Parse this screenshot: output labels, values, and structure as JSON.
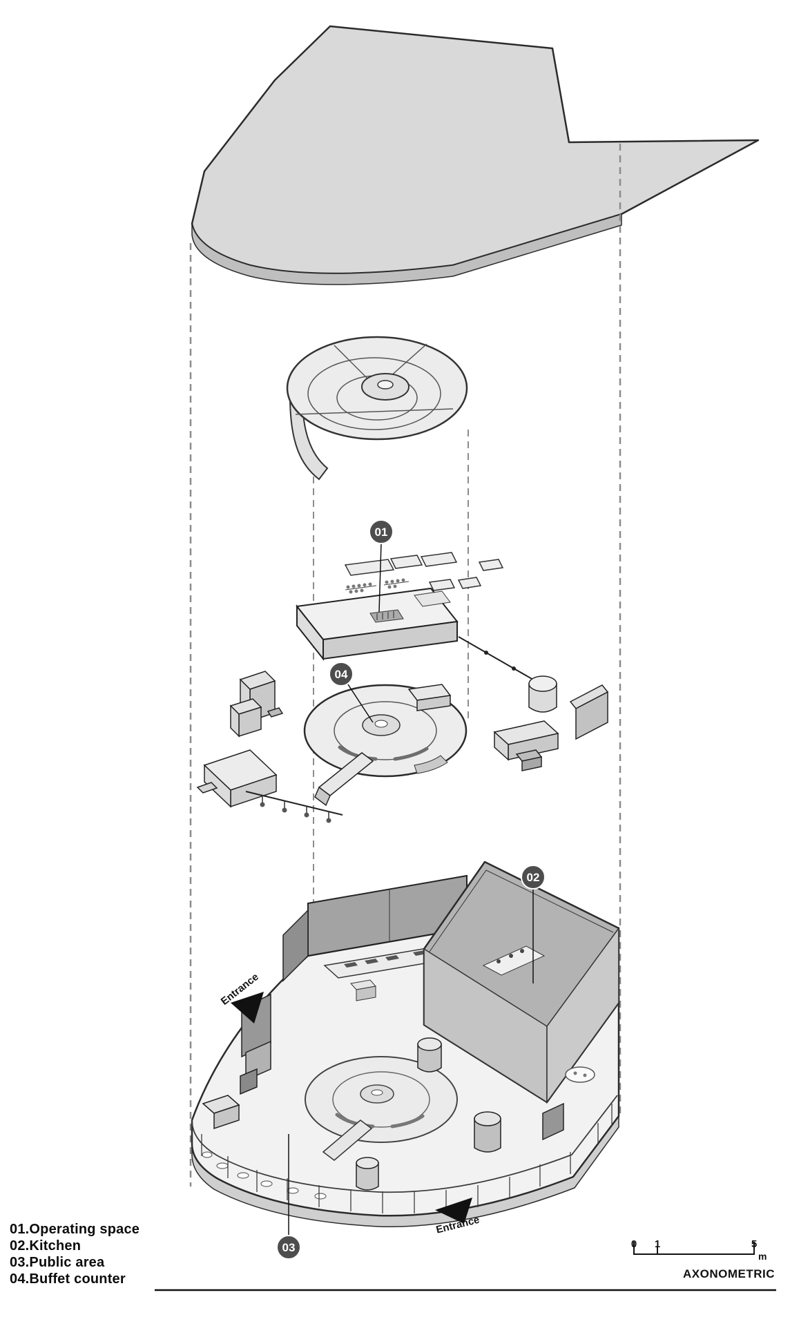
{
  "legend": {
    "items": [
      "01.Operating space",
      "02.Kitchen",
      "03.Public area",
      "04.Buffet counter"
    ]
  },
  "callouts": {
    "c01": "01",
    "c02": "02",
    "c03": "03",
    "c04": "04"
  },
  "entrances": {
    "left": "Entrance",
    "bottom": "Entrance"
  },
  "scale_bar": {
    "tick_0": "0",
    "tick_1": "1",
    "tick_5": "5",
    "unit": "m",
    "caption": "AXONOMETRIC"
  },
  "colors": {
    "background": "#ffffff",
    "line": "#222222",
    "dashed_guide": "#8c8c8c",
    "roof_fill": "#d9d9d9",
    "floor_fill": "#f2f2f2",
    "wall_dark": "#9c9c9c",
    "kitchen_fill": "#b5b5b5",
    "callout_fill": "#4d4d4d",
    "callout_text": "#ffffff"
  }
}
